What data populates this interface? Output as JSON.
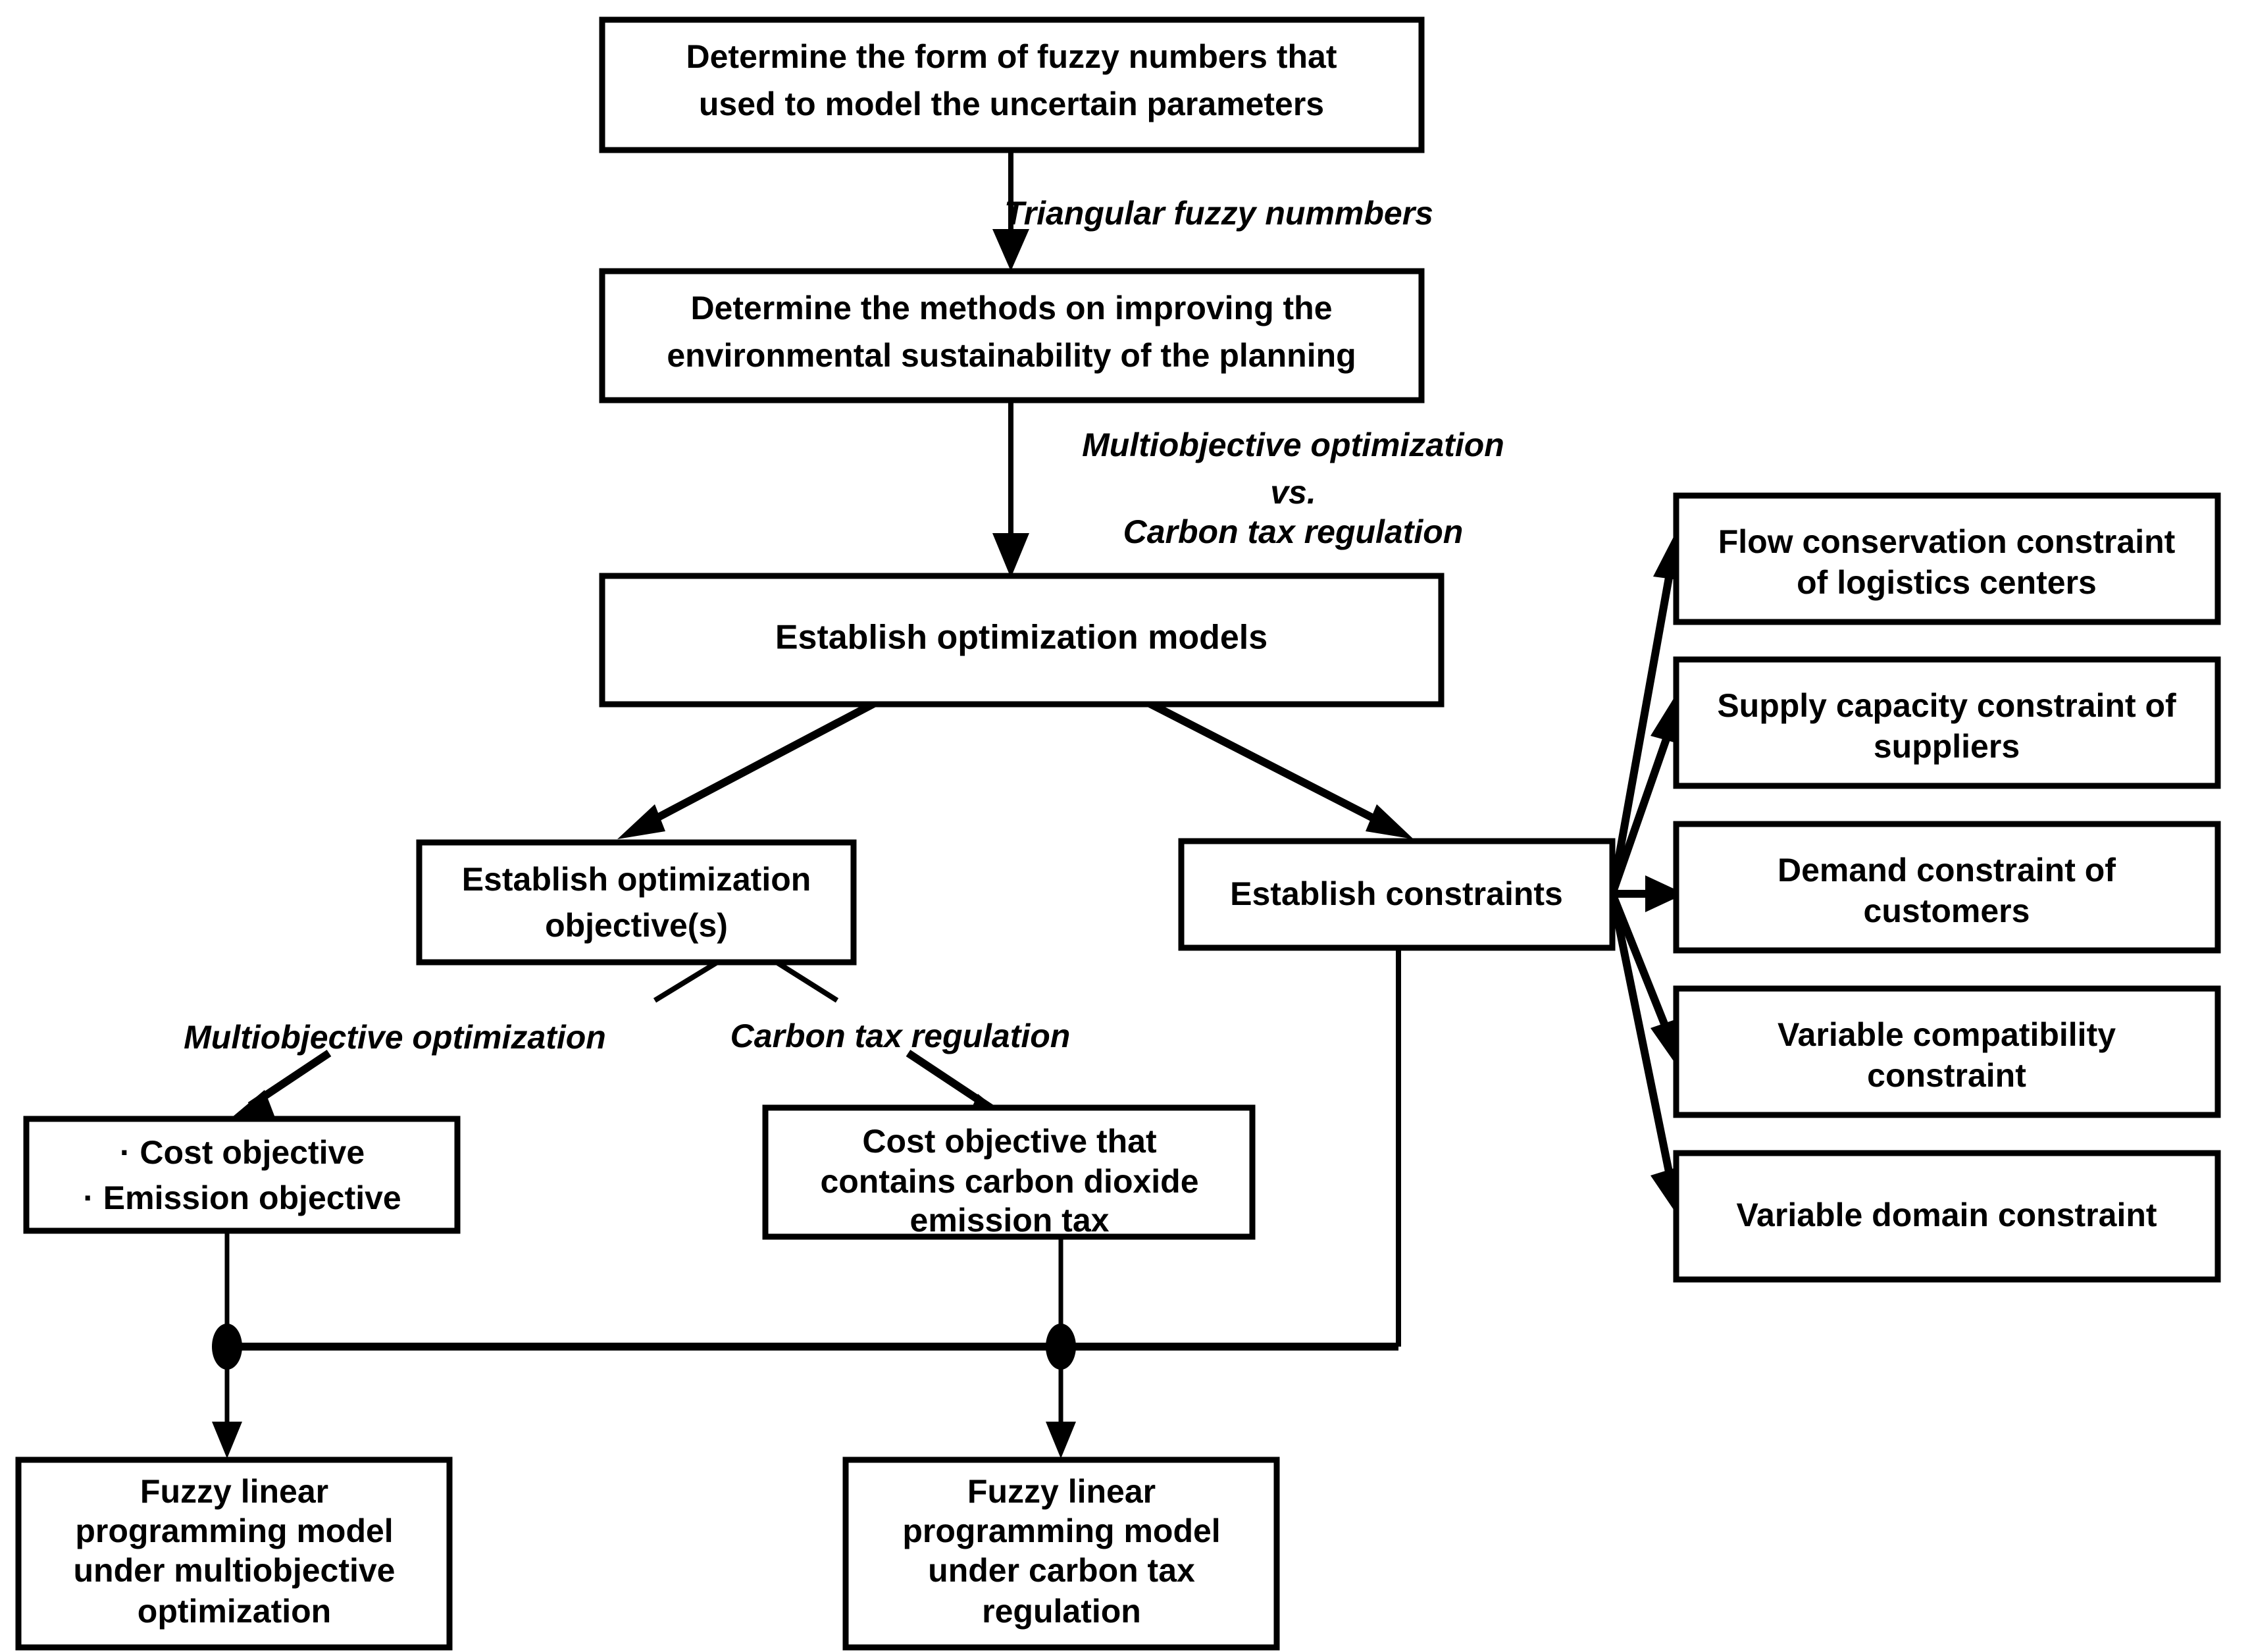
{
  "diagram": {
    "type": "flowchart",
    "title": "Modeling framework flowchart",
    "colors": {
      "background": "#ffffff",
      "stroke": "#000000",
      "fill": "#ffffff"
    },
    "nodes": {
      "determine_fuzzy_form": {
        "lines": [
          "Determine the form of fuzzy numbers that",
          "used to model the uncertain parameters"
        ]
      },
      "determine_methods": {
        "lines": [
          "Determine the methods on improving the",
          "environmental sustainability of the planning"
        ]
      },
      "establish_models": {
        "lines": [
          "Establish optimization models"
        ]
      },
      "establish_objectives": {
        "lines": [
          "Establish optimization",
          "objective(s)"
        ]
      },
      "establish_constraints": {
        "lines": [
          "Establish constraints"
        ]
      },
      "multiobjective_objectives": {
        "lines": [
          "· Cost objective",
          "· Emission objective"
        ]
      },
      "carbon_tax_objective": {
        "lines": [
          "Cost objective that",
          "contains carbon dioxide",
          "emission tax"
        ]
      },
      "model_multiobjective": {
        "lines": [
          "Fuzzy linear",
          "programming model",
          "under multiobjective",
          "optimization"
        ]
      },
      "model_carbon_tax": {
        "lines": [
          "Fuzzy linear",
          "programming model",
          "under carbon tax",
          "regulation"
        ]
      },
      "constraint_flow": {
        "lines": [
          "Flow conservation constraint",
          "of logistics centers"
        ]
      },
      "constraint_supply": {
        "lines": [
          "Supply capacity constraint of",
          "suppliers"
        ]
      },
      "constraint_demand": {
        "lines": [
          "Demand constraint of",
          "customers"
        ]
      },
      "constraint_compatibility": {
        "lines": [
          "Variable compatibility",
          "constraint"
        ]
      },
      "constraint_domain": {
        "lines": [
          "Variable domain constraint"
        ]
      }
    },
    "edge_labels": {
      "triangular_fuzzy": [
        "Triangular fuzzy nummbers"
      ],
      "method_choice": [
        "Multiobjective optimization",
        "vs.",
        "Carbon tax regulation"
      ],
      "multiobjective_branch": [
        "Multiobjective optimization"
      ],
      "carbon_tax_branch": [
        "Carbon tax regulation"
      ]
    }
  }
}
